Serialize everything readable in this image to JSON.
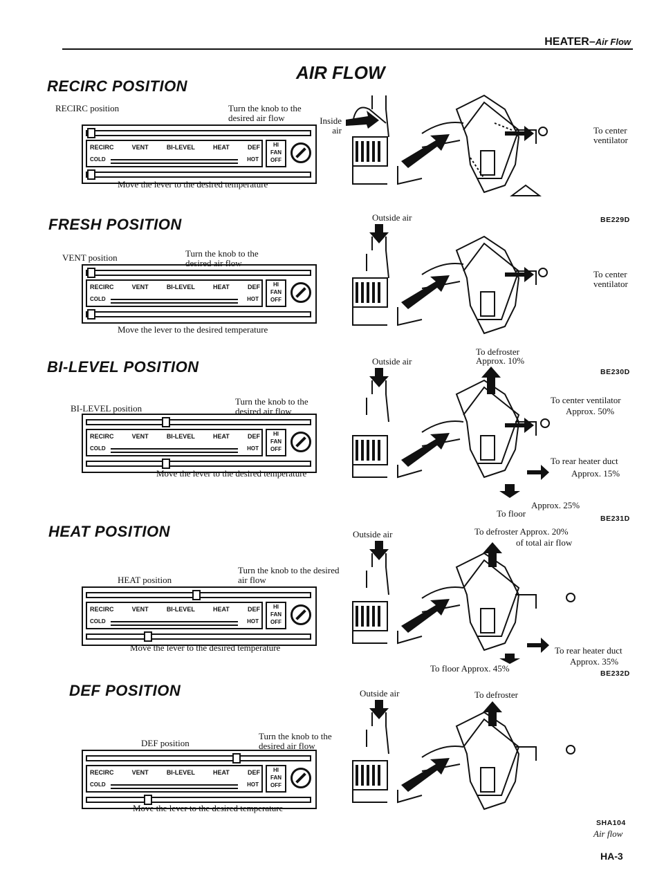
{
  "header": {
    "title": "HEATER",
    "subtitle": "Air Flow"
  },
  "main_title": "AIR FLOW",
  "panel_text": {
    "recirc": "RECIRC",
    "vent": "VENT",
    "bilevel": "BI-LEVEL",
    "heat": "HEAT",
    "def": "DEF",
    "cold": "COLD",
    "hot": "HOT",
    "hi": "HI",
    "fan": "FAN",
    "off": "OFF"
  },
  "sections": {
    "recirc": {
      "title": "RECIRC POSITION",
      "position_label": "RECIRC position",
      "knob_label": "Turn the knob to the desired air flow",
      "lever_label": "Move the lever to the desired temperature",
      "inside_air": "Inside air",
      "center_vent": "To center ventilator",
      "code": "BE229D"
    },
    "fresh": {
      "title": "FRESH POSITION",
      "position_label": "VENT position",
      "knob_label": "Turn the knob to the desired air flow",
      "lever_label": "Move the lever to the desired temperature",
      "outside_air": "Outside air",
      "center_vent": "To center ventilator",
      "code": "BE230D"
    },
    "bilevel": {
      "title": "BI-LEVEL POSITION",
      "position_label": "BI-LEVEL position",
      "knob_label": "Turn the knob to the desired air flow",
      "lever_label": "Move the lever to the desired temperature",
      "outside_air": "Outside air",
      "defroster": "To defroster",
      "defroster_pct": "Approx. 10%",
      "center_vent": "To center ventilator",
      "center_pct": "Approx. 50%",
      "rear_duct": "To rear heater duct",
      "rear_pct": "Approx. 15%",
      "floor": "To floor",
      "floor_pct": "Approx. 25%",
      "code": "BE231D"
    },
    "heat": {
      "title": "HEAT POSITION",
      "position_label": "HEAT position",
      "knob_label": "Turn the knob to the desired air flow",
      "lever_label": "Move the lever to the desired temperature",
      "outside_air": "Outside air",
      "defroster": "To defroster Approx. 20%",
      "defroster_note": "of total air flow",
      "rear_duct": "To rear heater duct",
      "rear_pct": "Approx. 35%",
      "floor": "To floor Approx. 45%",
      "code": "BE232D"
    },
    "def": {
      "title": "DEF POSITION",
      "position_label": "DEF position",
      "knob_label": "Turn the knob to the desired air flow",
      "lever_label": "Move the lever to the desired temperature",
      "outside_air": "Outside air",
      "defroster": "To defroster",
      "code": "SHA104",
      "caption": "Air flow"
    }
  },
  "page_number": "HA-3"
}
